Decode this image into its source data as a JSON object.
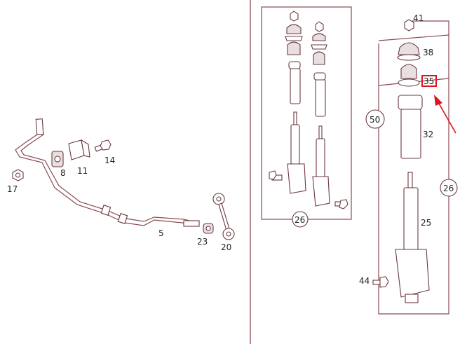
{
  "labels": {
    "p17": "17",
    "p8": "8",
    "p11": "11",
    "p14": "14",
    "p5": "5",
    "p23": "23",
    "p20": "20",
    "p26_box": "26",
    "p41": "41",
    "p38": "38",
    "p35": "35",
    "p32": "32",
    "p50": "50",
    "p26_side": "26",
    "p25": "25",
    "p44": "44"
  },
  "colors": {
    "line": "#8a4a52",
    "highlight": "#e0141e",
    "divider": "#8a4a52"
  },
  "icons": {
    "callout_arrow": "arrow-icon"
  }
}
